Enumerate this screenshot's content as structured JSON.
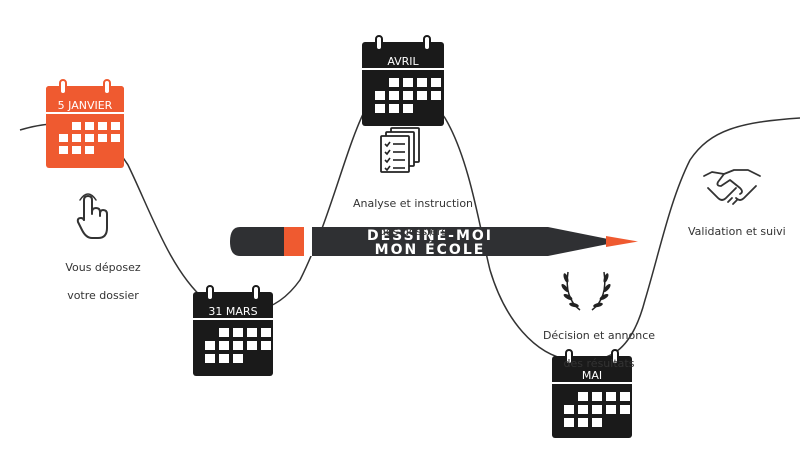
{
  "colors": {
    "accent": "#ef5a30",
    "dark": "#1a1a1a",
    "pencil_body": "#2f3033",
    "line": "#333333"
  },
  "calendars": [
    {
      "id": "cal-5-janvier",
      "label": "5 JANVIER",
      "color": "accent"
    },
    {
      "id": "cal-31-mars",
      "label": "31 MARS",
      "color": "dark"
    },
    {
      "id": "cal-avril",
      "label": "AVRIL",
      "color": "dark"
    },
    {
      "id": "cal-mai",
      "label": "MAI",
      "color": "dark"
    }
  ],
  "steps": {
    "deposit": {
      "line1": "Vous déposez",
      "line2": "votre dossier",
      "icon": "hand-pointer-icon"
    },
    "analysis": {
      "line1": "Analyse et instruction",
      "line2": "des dossiers",
      "icon": "documents-checklist-icon"
    },
    "decision": {
      "line1": "Décision et annonce",
      "line2": "des résultats",
      "icon": "laurel-wreath-icon"
    },
    "validation": {
      "line1": "Validation et suivi",
      "icon": "handshake-icon"
    }
  },
  "banner": {
    "line1": "DESSINE-MOI",
    "line2": "MON ÉCOLE"
  }
}
